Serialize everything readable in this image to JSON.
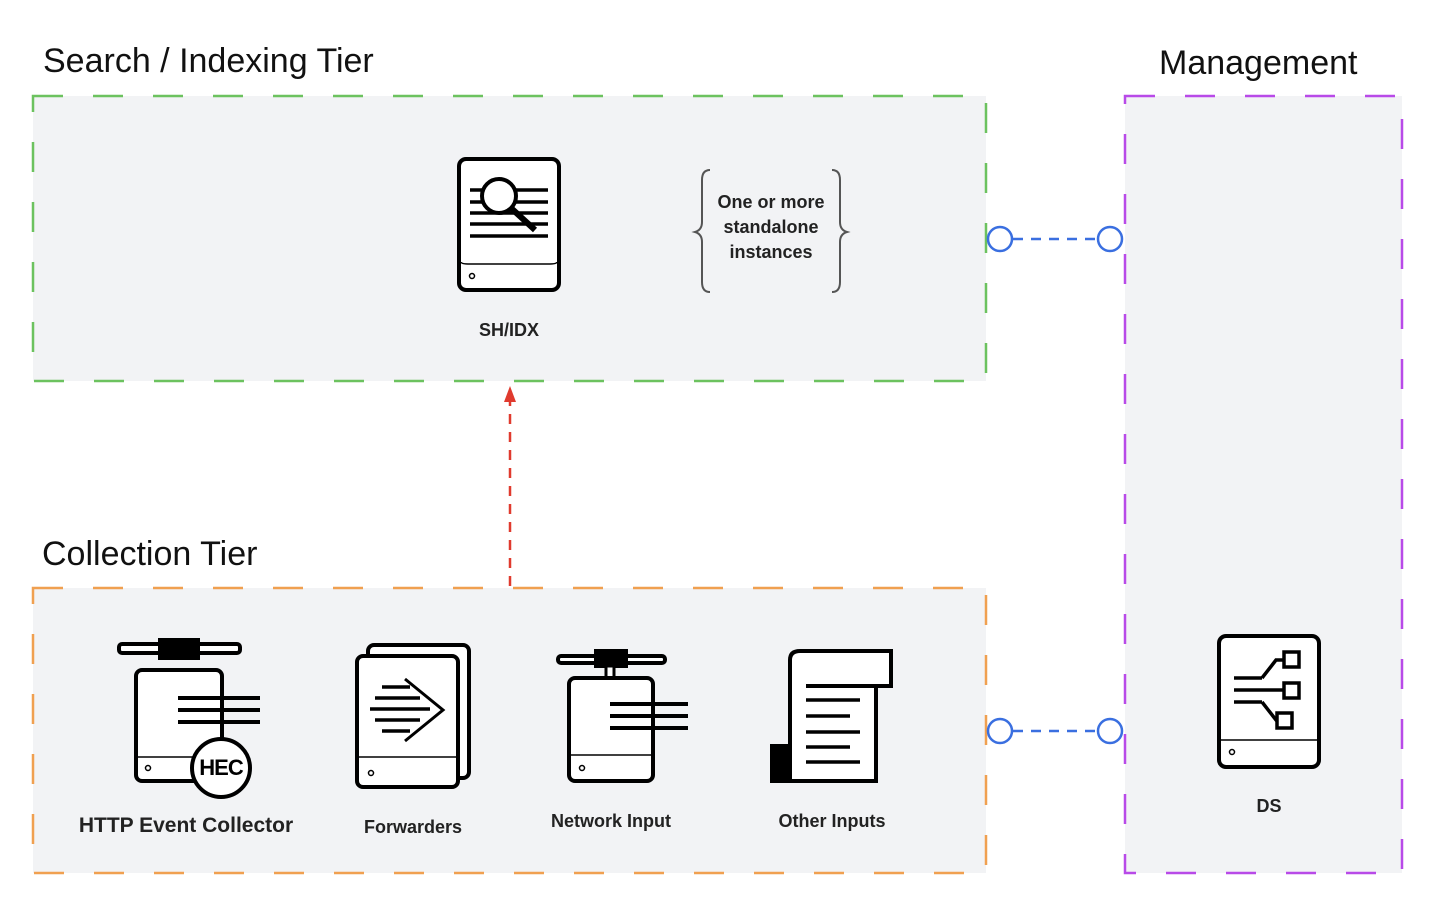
{
  "tiers": {
    "search": {
      "title": "Search / Indexing Tier",
      "color": "#6cc25f"
    },
    "collection": {
      "title": "Collection Tier",
      "color": "#f0a050"
    },
    "management": {
      "title": "Management",
      "color": "#b84ae8"
    }
  },
  "nodes": {
    "shidx": "SH/IDX",
    "note": "One or more standalone instances",
    "hec": "HTTP Event Collector",
    "hec_badge": "HEC",
    "forwarders": "Forwarders",
    "network": "Network Input",
    "other": "Other Inputs",
    "ds": "DS"
  },
  "colors": {
    "connector": "#3a6fe0",
    "dataflow": "#e03a2e",
    "fill": "#f2f3f5"
  }
}
